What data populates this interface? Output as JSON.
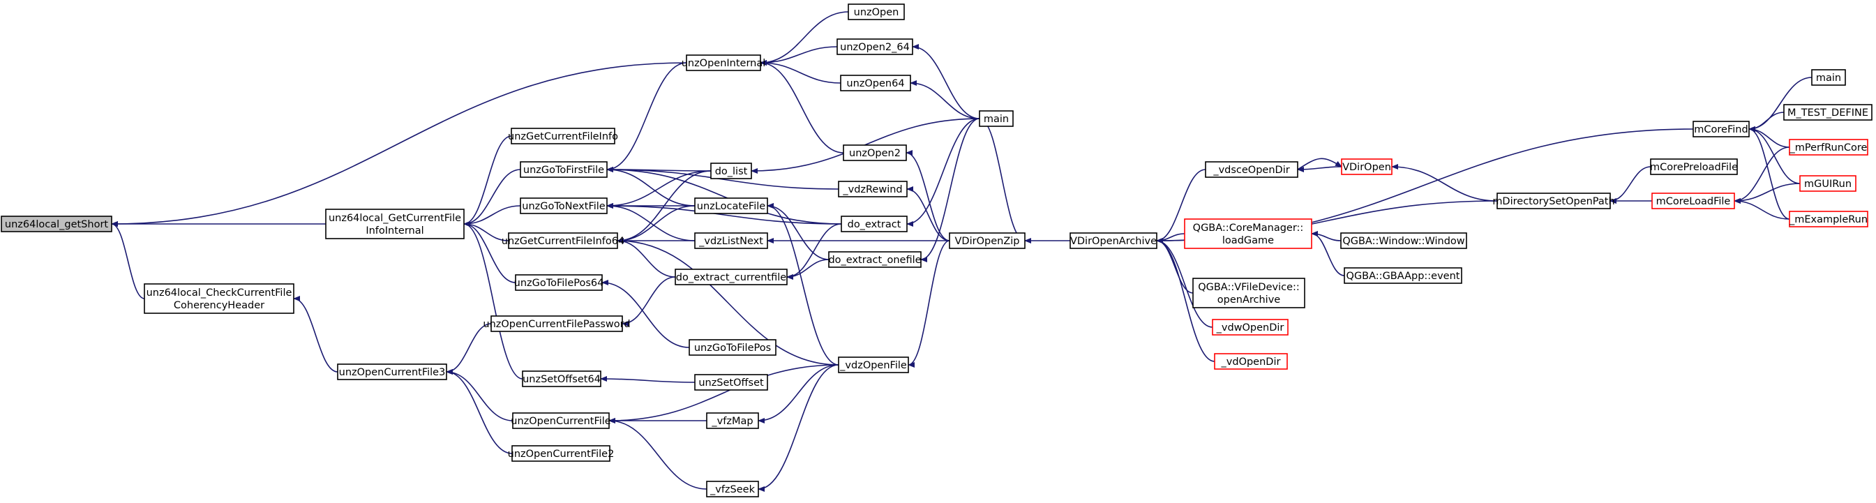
{
  "colors": {
    "edge": "#191970",
    "node_border": "#000000",
    "node_border_truncated": "#ff0000",
    "node_fill": "#ffffff",
    "node_fill_focus": "#bfbfbf",
    "text": "#000000"
  },
  "nodes": [
    {
      "id": "unz64local_getShort",
      "lines": [
        "unz64local_getShort"
      ],
      "focus": true
    },
    {
      "id": "unzOpenInternal",
      "lines": [
        "unzOpenInternal"
      ]
    },
    {
      "id": "unzOpen",
      "lines": [
        "unzOpen"
      ]
    },
    {
      "id": "unzOpen2_64",
      "lines": [
        "unzOpen2_64"
      ]
    },
    {
      "id": "unzOpen64",
      "lines": [
        "unzOpen64"
      ]
    },
    {
      "id": "main1",
      "lines": [
        "main"
      ]
    },
    {
      "id": "unz64local_GetCurrentFileInfoInternal",
      "lines": [
        "unz64local_GetCurrentFile",
        "InfoInternal"
      ]
    },
    {
      "id": "unzGetCurrentFileInfo",
      "lines": [
        "unzGetCurrentFileInfo"
      ]
    },
    {
      "id": "unzGoToFirstFile",
      "lines": [
        "unzGoToFirstFile"
      ]
    },
    {
      "id": "unzOpen2",
      "lines": [
        "unzOpen2"
      ]
    },
    {
      "id": "do_list",
      "lines": [
        "do_list"
      ]
    },
    {
      "id": "_vdzRewind",
      "lines": [
        "_vdzRewind"
      ]
    },
    {
      "id": "unzGoToNextFile",
      "lines": [
        "unzGoToNextFile"
      ]
    },
    {
      "id": "unzLocateFile",
      "lines": [
        "unzLocateFile"
      ]
    },
    {
      "id": "do_extract",
      "lines": [
        "do_extract"
      ]
    },
    {
      "id": "unzGetCurrentFileInfo64",
      "lines": [
        "unzGetCurrentFileInfo64"
      ]
    },
    {
      "id": "_vdzListNext",
      "lines": [
        "_vdzListNext"
      ]
    },
    {
      "id": "do_extract_onefile",
      "lines": [
        "do_extract_onefile"
      ]
    },
    {
      "id": "VDirOpenZip",
      "lines": [
        "VDirOpenZip"
      ]
    },
    {
      "id": "do_extract_currentfile",
      "lines": [
        "do_extract_currentfile"
      ]
    },
    {
      "id": "unzGoToFilePos64",
      "lines": [
        "unzGoToFilePos64"
      ]
    },
    {
      "id": "unz64local_CheckCurrentFileCoherencyHeader",
      "lines": [
        "unz64local_CheckCurrentFile",
        "CoherencyHeader"
      ]
    },
    {
      "id": "unzOpenCurrentFilePassword",
      "lines": [
        "unzOpenCurrentFilePassword"
      ]
    },
    {
      "id": "unzGoToFilePos",
      "lines": [
        "unzGoToFilePos"
      ]
    },
    {
      "id": "unzOpenCurrentFile3",
      "lines": [
        "unzOpenCurrentFile3"
      ]
    },
    {
      "id": "_vdzOpenFile",
      "lines": [
        "_vdzOpenFile"
      ]
    },
    {
      "id": "unzSetOffset64",
      "lines": [
        "unzSetOffset64"
      ]
    },
    {
      "id": "unzSetOffset",
      "lines": [
        "unzSetOffset"
      ]
    },
    {
      "id": "unzOpenCurrentFile",
      "lines": [
        "unzOpenCurrentFile"
      ]
    },
    {
      "id": "_vfzMap",
      "lines": [
        "_vfzMap"
      ]
    },
    {
      "id": "unzOpenCurrentFile2",
      "lines": [
        "unzOpenCurrentFile2"
      ]
    },
    {
      "id": "_vfzSeek",
      "lines": [
        "_vfzSeek"
      ]
    },
    {
      "id": "VDirOpenArchive",
      "lines": [
        "VDirOpenArchive"
      ]
    },
    {
      "id": "_vdsceOpenDir",
      "lines": [
        "_vdsceOpenDir"
      ]
    },
    {
      "id": "VDirOpen",
      "lines": [
        "VDirOpen"
      ],
      "truncated": true
    },
    {
      "id": "mDirectorySetOpenPath",
      "lines": [
        "mDirectorySetOpenPath"
      ]
    },
    {
      "id": "QGBA_CoreManager_loadGame",
      "lines": [
        "QGBA::CoreManager::",
        "loadGame"
      ],
      "truncated": true
    },
    {
      "id": "QGBA_Window_Window",
      "lines": [
        "QGBA::Window::Window"
      ]
    },
    {
      "id": "QGBA_GBAApp_event",
      "lines": [
        "QGBA::GBAApp::event"
      ]
    },
    {
      "id": "QGBA_VFileDevice_openArchive",
      "lines": [
        "QGBA::VFileDevice::",
        "openArchive"
      ]
    },
    {
      "id": "_vdwOpenDir",
      "lines": [
        "_vdwOpenDir"
      ],
      "truncated": true
    },
    {
      "id": "_vdOpenDir",
      "lines": [
        "_vdOpenDir"
      ],
      "truncated": true
    },
    {
      "id": "mCoreFind",
      "lines": [
        "mCoreFind"
      ]
    },
    {
      "id": "mCorePreloadFile",
      "lines": [
        "mCorePreloadFile"
      ]
    },
    {
      "id": "mCoreLoadFile",
      "lines": [
        "mCoreLoadFile"
      ],
      "truncated": true
    },
    {
      "id": "main2",
      "lines": [
        "main"
      ]
    },
    {
      "id": "M_TEST_DEFINE",
      "lines": [
        "M_TEST_DEFINE"
      ]
    },
    {
      "id": "_mPerfRunCore",
      "lines": [
        "_mPerfRunCore"
      ],
      "truncated": true
    },
    {
      "id": "mGUIRun",
      "lines": [
        "mGUIRun"
      ],
      "truncated": true
    },
    {
      "id": "_mExampleRun",
      "lines": [
        "_mExampleRun"
      ],
      "truncated": true
    }
  ],
  "edges": [
    [
      "unz64local_getShort",
      "unzOpenInternal"
    ],
    [
      "unz64local_getShort",
      "unz64local_GetCurrentFileInfoInternal"
    ],
    [
      "unz64local_getShort",
      "unz64local_CheckCurrentFileCoherencyHeader"
    ],
    [
      "unzOpenInternal",
      "unzOpen"
    ],
    [
      "unzOpenInternal",
      "unzOpen2_64"
    ],
    [
      "unzOpenInternal",
      "unzOpen64"
    ],
    [
      "unzOpenInternal",
      "unzOpen2"
    ],
    [
      "unzOpen2_64",
      "main1"
    ],
    [
      "unzOpen64",
      "main1"
    ],
    [
      "unzOpen2",
      "VDirOpenZip"
    ],
    [
      "do_list",
      "main1"
    ],
    [
      "do_extract",
      "main1"
    ],
    [
      "VDirOpenZip",
      "main1"
    ],
    [
      "unz64local_GetCurrentFileInfoInternal",
      "unzGetCurrentFileInfo"
    ],
    [
      "unz64local_GetCurrentFileInfoInternal",
      "unzGoToFirstFile"
    ],
    [
      "unz64local_GetCurrentFileInfoInternal",
      "unzGoToNextFile"
    ],
    [
      "unz64local_GetCurrentFileInfoInternal",
      "unzGetCurrentFileInfo64"
    ],
    [
      "unz64local_GetCurrentFileInfoInternal",
      "unzGoToFilePos64"
    ],
    [
      "unz64local_GetCurrentFileInfoInternal",
      "unzSetOffset64"
    ],
    [
      "unzGoToFirstFile",
      "unzOpenInternal"
    ],
    [
      "unzGoToFirstFile",
      "do_list"
    ],
    [
      "unzGoToFirstFile",
      "_vdzRewind"
    ],
    [
      "unzGoToFirstFile",
      "unzLocateFile"
    ],
    [
      "unzGoToFirstFile",
      "do_extract"
    ],
    [
      "unzGoToNextFile",
      "do_list"
    ],
    [
      "unzGoToNextFile",
      "unzLocateFile"
    ],
    [
      "unzGoToNextFile",
      "_vdzListNext"
    ],
    [
      "unzGoToNextFile",
      "do_extract"
    ],
    [
      "unzGetCurrentFileInfo64",
      "do_list"
    ],
    [
      "unzGetCurrentFileInfo64",
      "unzLocateFile"
    ],
    [
      "unzGetCurrentFileInfo64",
      "_vdzListNext"
    ],
    [
      "unzGetCurrentFileInfo64",
      "do_extract_currentfile"
    ],
    [
      "unzGetCurrentFileInfo64",
      "_vdzOpenFile"
    ],
    [
      "unzLocateFile",
      "do_extract_onefile"
    ],
    [
      "unzLocateFile",
      "_vdzOpenFile"
    ],
    [
      "_vdzRewind",
      "VDirOpenZip"
    ],
    [
      "_vdzListNext",
      "VDirOpenZip"
    ],
    [
      "do_extract_onefile",
      "main1"
    ],
    [
      "do_extract_currentfile",
      "do_extract"
    ],
    [
      "do_extract_currentfile",
      "do_extract_onefile"
    ],
    [
      "unzGoToFilePos64",
      "unzGoToFilePos"
    ],
    [
      "unz64local_CheckCurrentFileCoherencyHeader",
      "unzOpenCurrentFile3"
    ],
    [
      "unzOpenCurrentFile3",
      "unzOpenCurrentFilePassword"
    ],
    [
      "unzOpenCurrentFile3",
      "unzOpenCurrentFile"
    ],
    [
      "unzOpenCurrentFile3",
      "unzOpenCurrentFile2"
    ],
    [
      "unzOpenCurrentFilePassword",
      "do_extract_currentfile"
    ],
    [
      "unzSetOffset64",
      "unzSetOffset"
    ],
    [
      "unzOpenCurrentFile",
      "_vfzMap"
    ],
    [
      "unzOpenCurrentFile",
      "_vdzOpenFile"
    ],
    [
      "unzOpenCurrentFile",
      "_vfzSeek"
    ],
    [
      "_vfzMap",
      "_vdzOpenFile"
    ],
    [
      "_vfzSeek",
      "_vdzOpenFile"
    ],
    [
      "_vdzOpenFile",
      "VDirOpenZip"
    ],
    [
      "VDirOpenZip",
      "VDirOpenArchive"
    ],
    [
      "VDirOpenArchive",
      "mCoreFind"
    ],
    [
      "VDirOpenArchive",
      "_vdsceOpenDir"
    ],
    [
      "VDirOpenArchive",
      "mDirectorySetOpenPath"
    ],
    [
      "VDirOpenArchive",
      "QGBA_CoreManager_loadGame"
    ],
    [
      "VDirOpenArchive",
      "QGBA_VFileDevice_openArchive"
    ],
    [
      "VDirOpenArchive",
      "_vdwOpenDir"
    ],
    [
      "VDirOpenArchive",
      "_vdOpenDir"
    ],
    [
      "_vdsceOpenDir",
      "VDirOpen"
    ],
    [
      "VDirOpen",
      "_vdsceOpenDir"
    ],
    [
      "VDirOpen",
      "mDirectorySetOpenPath"
    ],
    [
      "QGBA_CoreManager_loadGame",
      "QGBA_Window_Window"
    ],
    [
      "QGBA_CoreManager_loadGame",
      "QGBA_GBAApp_event"
    ],
    [
      "mDirectorySetOpenPath",
      "mCorePreloadFile"
    ],
    [
      "mDirectorySetOpenPath",
      "mCoreLoadFile"
    ],
    [
      "mCoreFind",
      "main2"
    ],
    [
      "mCoreFind",
      "M_TEST_DEFINE"
    ],
    [
      "mCoreFind",
      "_mPerfRunCore"
    ],
    [
      "mCoreFind",
      "mGUIRun"
    ],
    [
      "mCoreFind",
      "_mExampleRun"
    ],
    [
      "mCoreLoadFile",
      "_mPerfRunCore"
    ],
    [
      "mCoreLoadFile",
      "mGUIRun"
    ],
    [
      "mCoreLoadFile",
      "_mExampleRun"
    ]
  ]
}
